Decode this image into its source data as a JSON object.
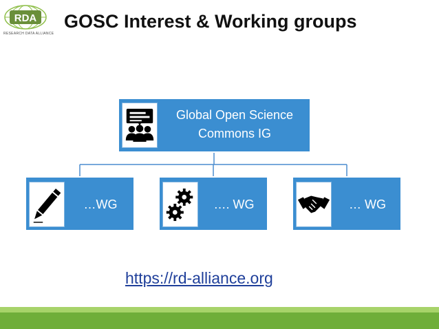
{
  "logo": {
    "mark_text": "RDA",
    "subtext": "RESEARCH DATA ALLIANCE"
  },
  "title": "GOSC Interest & Working groups",
  "diagram": {
    "root": {
      "label": "Global Open Science Commons IG",
      "icon": "meeting-group-icon"
    },
    "children": [
      {
        "label": "…WG",
        "icon": "pencil-icon"
      },
      {
        "label": "…. WG",
        "icon": "gears-icon"
      },
      {
        "label": "… WG",
        "icon": "handshake-icon"
      }
    ]
  },
  "link": "https://rd-alliance.org",
  "colors": {
    "box_fill": "#3b8ed1",
    "connector": "#4a8ccf",
    "link": "#1f3f9a",
    "footer_light": "#a7d36a",
    "footer_dark": "#6fae3a"
  }
}
